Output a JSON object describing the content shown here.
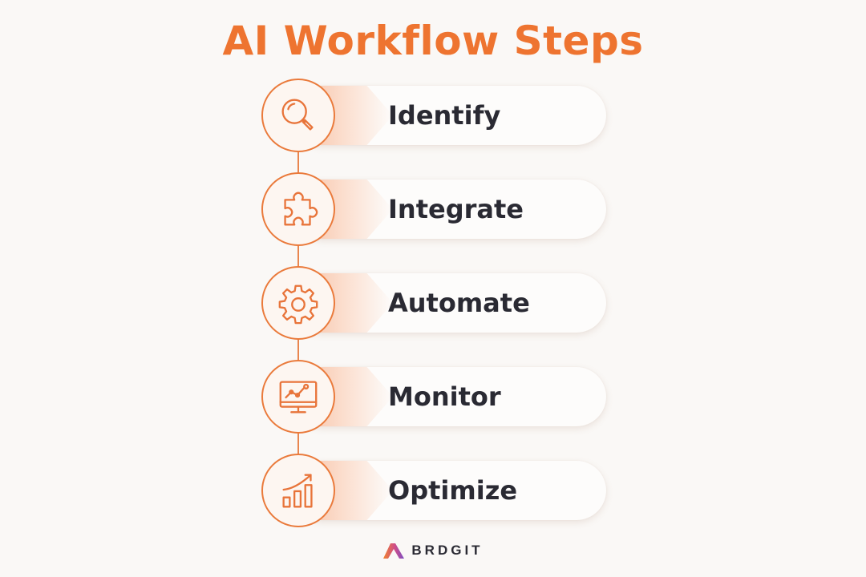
{
  "title": "AI Workflow Steps",
  "accent_color": "#ee7430",
  "text_color": "#2a2a33",
  "steps": [
    {
      "label": "Identify",
      "icon": "magnifier-icon"
    },
    {
      "label": "Integrate",
      "icon": "puzzle-piece-icon"
    },
    {
      "label": "Automate",
      "icon": "gear-icon"
    },
    {
      "label": "Monitor",
      "icon": "monitor-chart-icon"
    },
    {
      "label": "Optimize",
      "icon": "growth-bar-chart-icon"
    }
  ],
  "brand": {
    "name": "BRDGIT",
    "logo_icon": "brdgit-logo"
  }
}
